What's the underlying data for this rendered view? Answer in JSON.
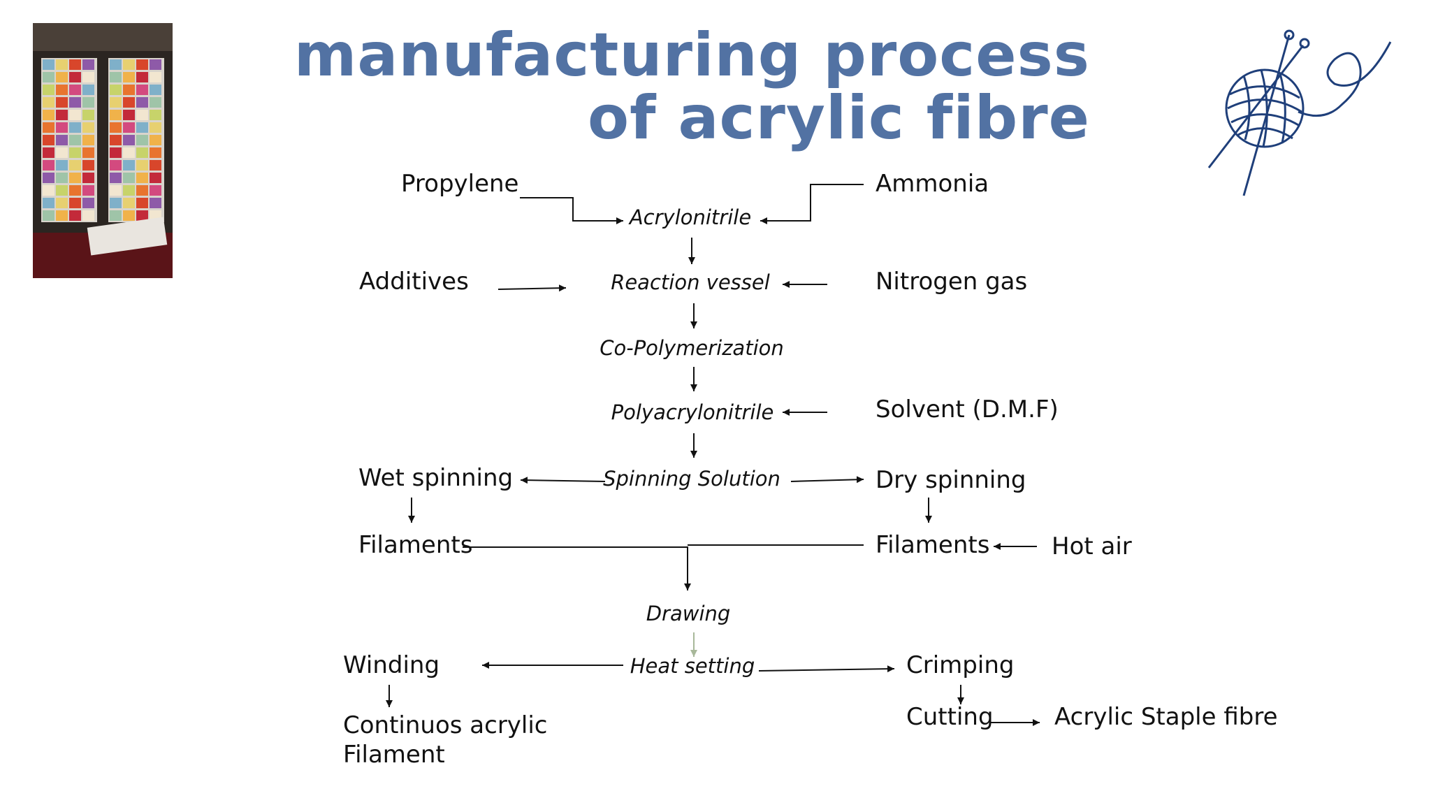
{
  "colors": {
    "title": "#5272a3",
    "ink": "#111111",
    "faint_arrow": "#a8b89a"
  },
  "title": {
    "line1": "manufacturing process",
    "line2": "of acrylic fibre"
  },
  "decorations": {
    "photo": "yarn-shop-photo",
    "icon": "yarn-ball-knitting-needles-icon"
  },
  "inputs": {
    "propylene": "Propylene",
    "ammonia": "Ammonia",
    "additives": "Additives",
    "nitrogen": "Nitrogen gas",
    "solvent": "Solvent (D.M.F)",
    "hot_air": "Hot air"
  },
  "steps": {
    "acrylonitrile": "Acrylonitrile",
    "reaction_vessel": "Reaction vessel",
    "copolymerization": "Co-Polymerization",
    "polyacrylonitrile": "Polyacrylonitrile",
    "spinning_solution": "Spinning Solution",
    "drawing": "Drawing",
    "heat_setting": "Heat setting"
  },
  "branches": {
    "wet_spinning": "Wet spinning",
    "dry_spinning": "Dry spinning",
    "filaments_left": "Filaments",
    "filaments_right": "Filaments",
    "winding": "Winding",
    "continuous_line1": "Continuos acrylic",
    "continuous_line2": "Filament",
    "crimping": "Crimping",
    "cutting": "Cutting",
    "staple_fibre": "Acrylic Staple fibre"
  }
}
